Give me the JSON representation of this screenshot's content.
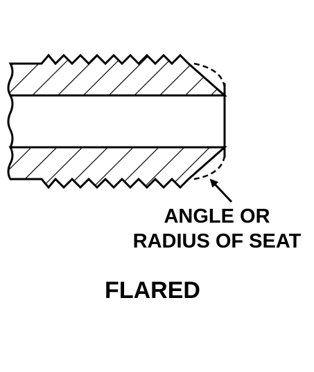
{
  "diagram": {
    "callout": {
      "line1": "ANGLE OR",
      "line2": "RADIUS OF SEAT"
    },
    "caption": "FLARED",
    "colors": {
      "ink": "#000000",
      "background": "#ffffff"
    }
  }
}
